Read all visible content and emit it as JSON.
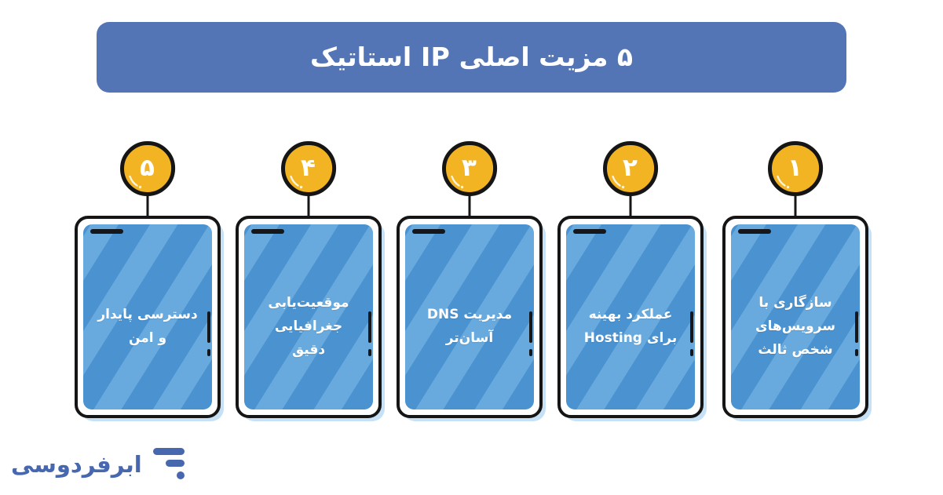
{
  "page": {
    "background_color": "#ffffff",
    "direction": "rtl",
    "language": "fa"
  },
  "header": {
    "title": "۵ مزیت اصلی IP استاتیک",
    "banner_color": "#5475B5",
    "title_color": "#ffffff"
  },
  "cards": {
    "card_color": "#4a92d0",
    "stripe_color": "#68aade",
    "badge_color": "#f2b422",
    "outline_color": "#151515",
    "shadow_color": "#bcdcf3",
    "items": [
      {
        "number": "۵",
        "label": "دسترسی پایدار\nو امن",
        "line1": "دسترسی پایدار",
        "line2": "و امن"
      },
      {
        "number": "۴",
        "label": "موقعیت‌یابی\nجغرافیایی دقیق",
        "line1": "موقعیت‌یابی",
        "line2": "جغرافیایی دقیق"
      },
      {
        "number": "۳",
        "label": "مدیریت DNS\nآسان‌تر",
        "line1": "مدیریت DNS",
        "line2": "آسان‌تر"
      },
      {
        "number": "۲",
        "label": "عملکرد بهینه\nبرای Hosting",
        "line1": "عملکرد بهینه",
        "line2": "برای Hosting"
      },
      {
        "number": "۱",
        "label": "سازگاری با\nسرویس‌های\nشخص ثالث",
        "line1": "سازگاری با",
        "line2": "سرویس‌های",
        "line3": "شخص ثالث"
      }
    ]
  },
  "logo": {
    "text": "ابرفردوسی",
    "color": "#4767AE",
    "mark": "three-bars-logo-icon"
  }
}
